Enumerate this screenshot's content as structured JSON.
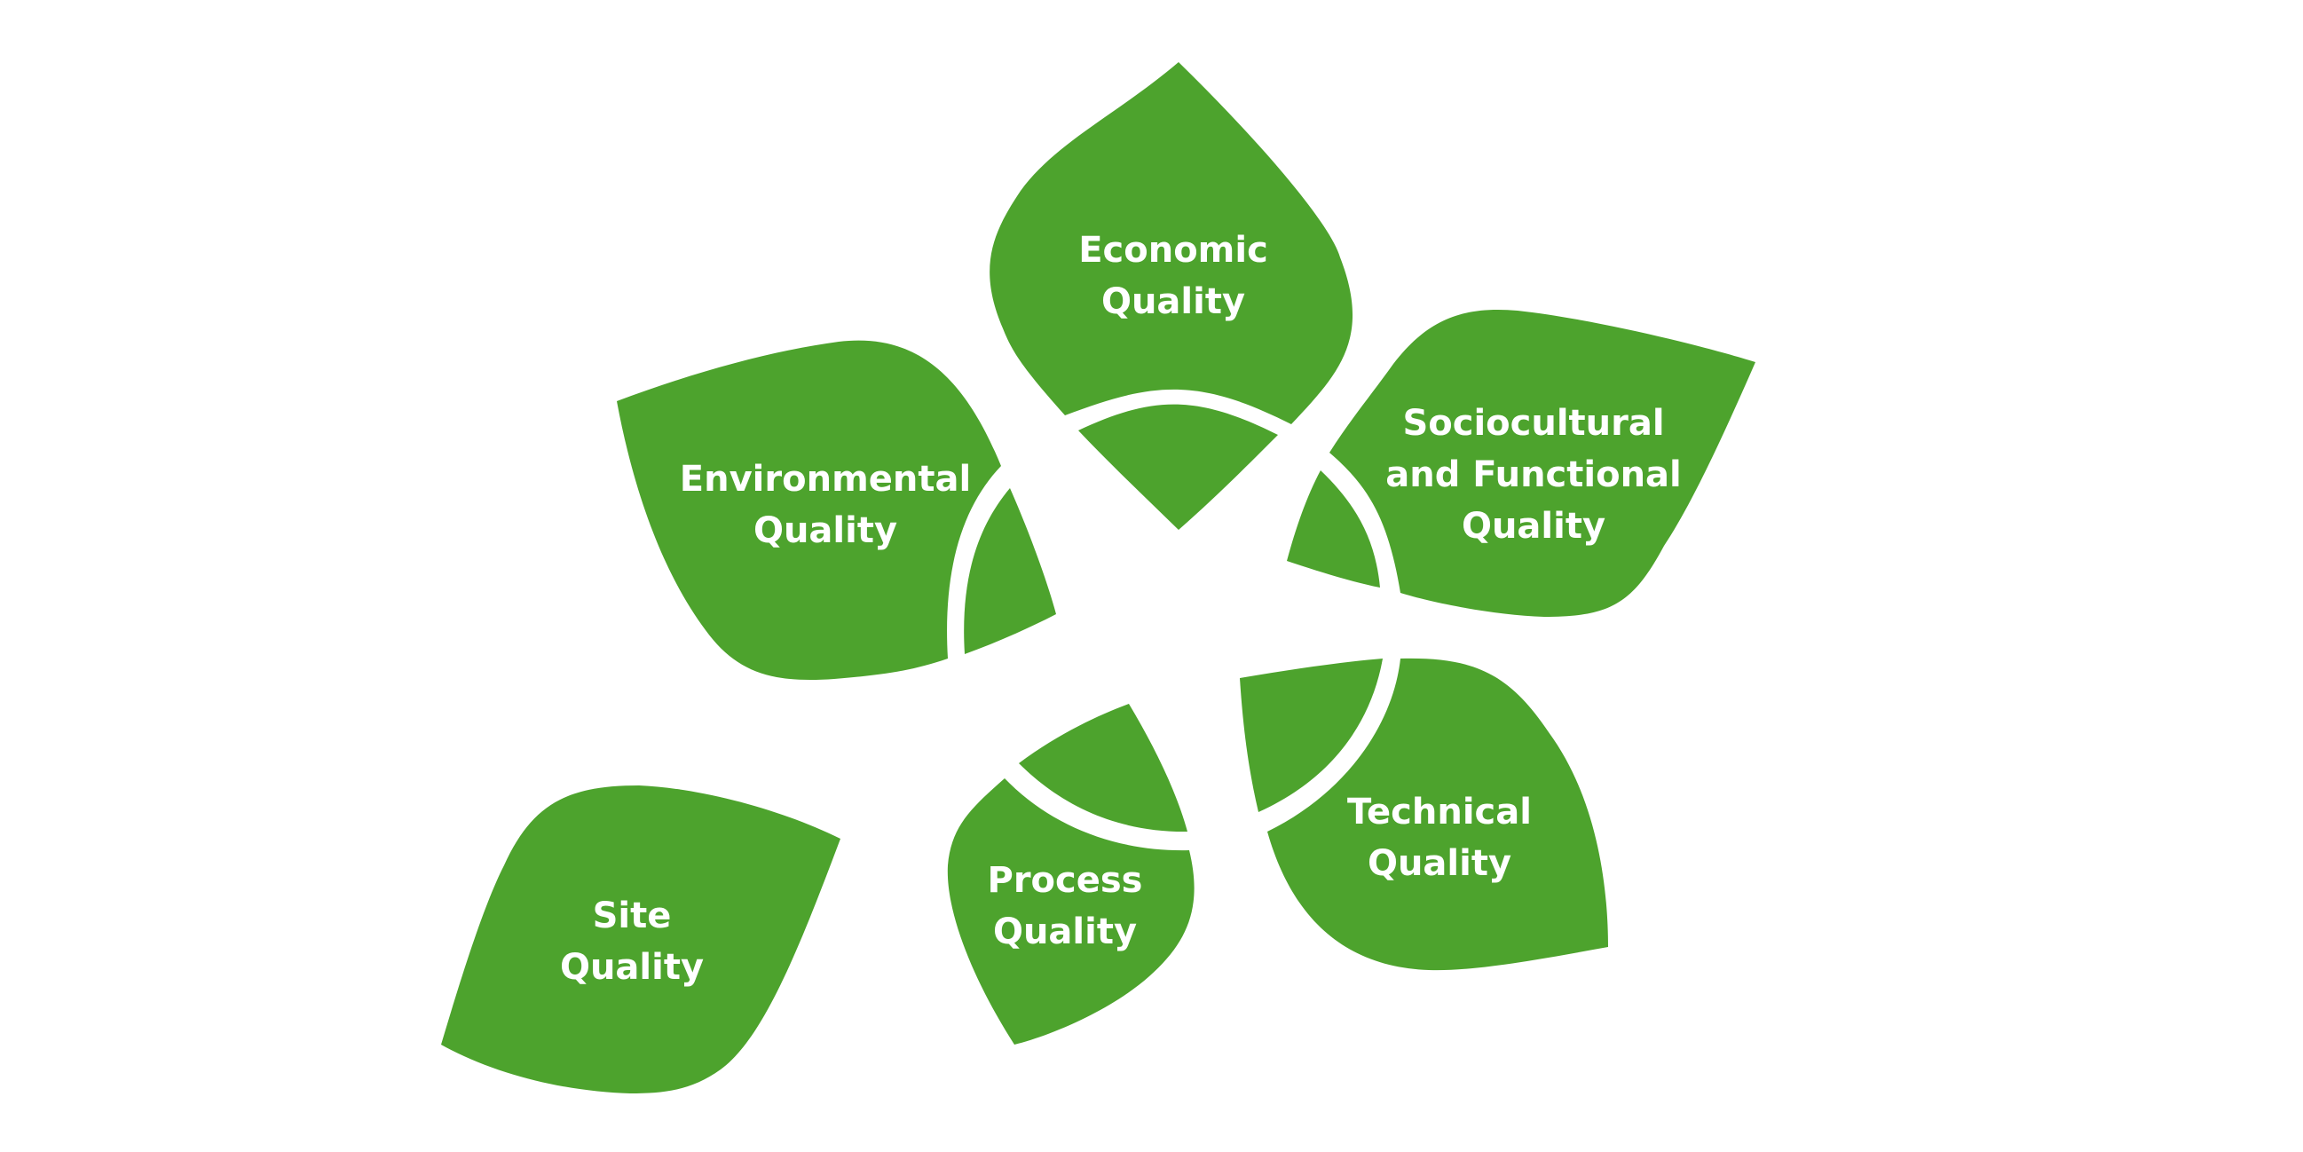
{
  "colors": {
    "petal": "#4da32d",
    "label": "#ffffff",
    "background": "#ffffff"
  },
  "petals": {
    "economic": {
      "line1": "Economic",
      "line2": "Quality"
    },
    "sociocultural": {
      "line1": "Sociocultural",
      "line2": "and Functional",
      "line3": "Quality"
    },
    "environmental": {
      "line1": "Environmental",
      "line2": "Quality"
    },
    "technical": {
      "line1": "Technical",
      "line2": "Quality"
    },
    "process": {
      "line1": "Process",
      "line2": "Quality"
    },
    "site": {
      "line1": "Site",
      "line2": "Quality"
    }
  }
}
